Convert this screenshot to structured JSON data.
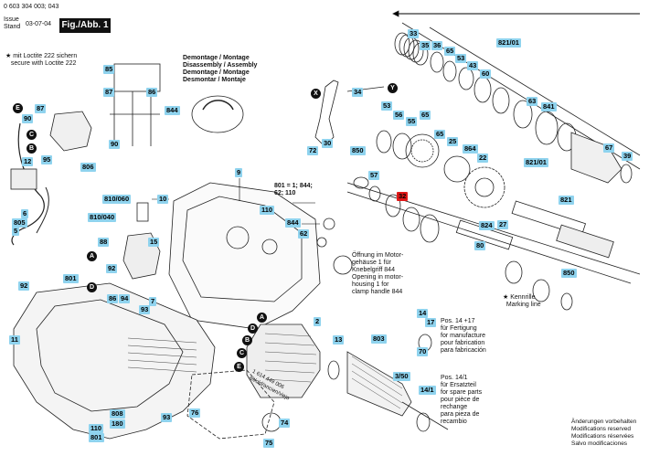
{
  "header": {
    "doc_number": "0 603 304 003; 043",
    "issue_label": "Issue\nStand",
    "issue_date": "03-07-04",
    "fig_label": "Fig./Abb. 1"
  },
  "notes": {
    "loctite": "★ mit Loctite 222 sichern\n   secure with Loctite 222",
    "disassembly": "Demontage / Montage\nDisassembly / Assembly\nDemontage / Montage\nDesmontar / Montaje",
    "clamp": "Öffnung im Motor-\ngehäuse 1 für\nKnebelgriff 844\nOpening in motor-\nhousing 1 for\nclamp handle 844",
    "note_801": "801 = 1; 844;\n62; 110",
    "marking": "★ Kennrille\n  Marking line",
    "pos14_17": "Pos. 14 +17\nfür Fertigung\nfor manufacture\npour fabrication\npara fabricación",
    "pos14_1": "Pos. 14/1\nfür Ersatzteil\nfor spare parts\npour pièce de\nrechange\npara pieza de\nrecambio",
    "changes": "Änderungen vorbehalten\nModifications reserved\nModifications réservées\nSalvo modificaciones",
    "wire_text": "1 614 449 006\nalt/old/ancien/viejo"
  },
  "part_labels": [
    "33",
    "35",
    "36",
    "65",
    "53",
    "43",
    "60",
    "821/01",
    "63",
    "841",
    "67",
    "39",
    "34",
    "30",
    "72",
    "53",
    "56",
    "55",
    "65",
    "65",
    "25",
    "864",
    "22",
    "821/01",
    "850",
    "57",
    "32",
    "821",
    "27",
    "824",
    "850",
    "80",
    "9",
    "801 = 1; 844;",
    "10",
    "810/060",
    "810/040",
    "88",
    "15",
    "92",
    "86",
    "94",
    "7",
    "93",
    "110",
    "844",
    "62",
    "801",
    "92",
    "11",
    "2",
    "13",
    "803",
    "3/50",
    "14/1",
    "14",
    "17",
    "70",
    "808",
    "180",
    "110",
    "801",
    "93",
    "76",
    "74",
    "75",
    "87",
    "90",
    "95",
    "806",
    "12",
    "6",
    "805",
    "5",
    "85",
    "87",
    "86",
    "90",
    "844"
  ],
  "letters": [
    "X",
    "Y",
    "E",
    "C",
    "B",
    "A",
    "D",
    "A",
    "D",
    "B",
    "C",
    "E"
  ]
}
